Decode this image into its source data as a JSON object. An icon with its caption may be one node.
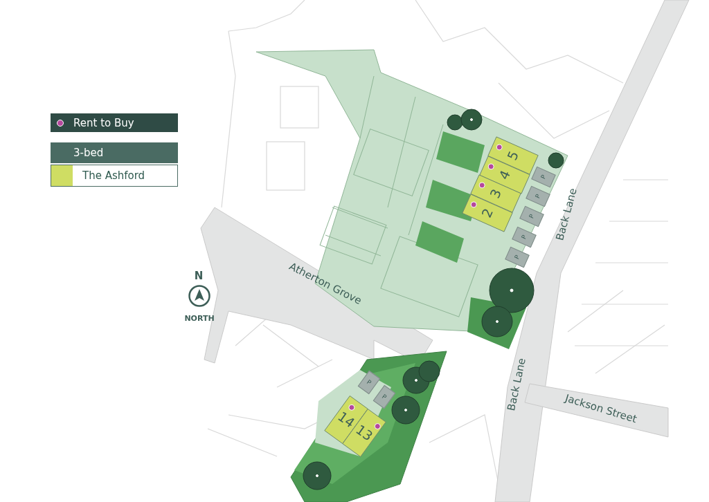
{
  "diagram": {
    "nodes": [
      {
        "text": [
          "5"
        ]
      },
      {
        "text": [
          "4"
        ]
      },
      {
        "text": [
          "3"
        ]
      },
      {
        "text": [
          "2"
        ]
      },
      {
        "text": [
          "14"
        ]
      },
      {
        "text": [
          "13"
        ]
      },
      {
        "text": [
          "P"
        ]
      },
      {
        "text": [
          "P"
        ]
      },
      {
        "text": [
          "P"
        ]
      },
      {
        "text": [
          "P"
        ]
      },
      {
        "text": [
          "P"
        ]
      },
      {
        "text": [
          "P"
        ]
      },
      {
        "text": [
          "P"
        ]
      }
    ],
    "labels": [
      "3-bed",
      "Back Lane",
      "N",
      "Atherton Grove",
      "NORTH",
      "Back Lane",
      "Jackson Street"
    ],
    "legend": [
      {
        "text": "Rent to Buy",
        "color": "#b5489d"
      },
      {
        "text": "The Ashford",
        "color": "#cfdd63"
      }
    ]
  }
}
